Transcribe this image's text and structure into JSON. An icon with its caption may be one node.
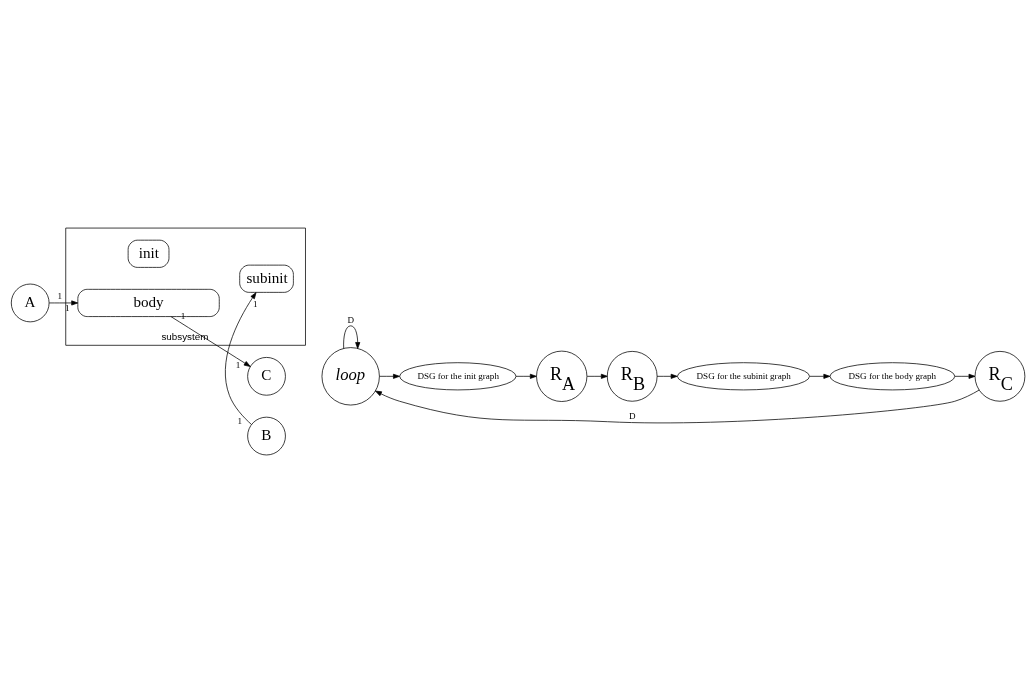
{
  "diagram": {
    "nodes": [
      {
        "text": [
          "B"
        ]
      },
      {
        "text": [
          "subsystem"
        ]
      },
      {
        "text": [
          "init"
        ],
        "in": 1
      },
      {
        "text": [
          "subinit"
        ],
        "in": 1
      },
      {
        "text": [
          "A"
        ]
      },
      {
        "text": [
          "body"
        ],
        "in": 1
      },
      {
        "text": [
          "C"
        ]
      },
      {
        "text": [
          "loop"
        ]
      },
      {
        "text": [
          "DSG for the init graph"
        ]
      },
      {
        "text": [
          "R$_{A}$"
        ]
      },
      {
        "text": [
          "R$_{B}$"
        ]
      },
      {
        "text": [
          "DSG for the subinit graph"
        ]
      },
      {
        "text": [
          "DSG for the body graph"
        ]
      },
      {
        "text": [
          "R$_{C}$"
        ]
      }
    ],
    "edges": [
      {
        "from": 0,
        "to": 3,
        "arrow": "to"
      },
      {
        "from": 4,
        "to": 5,
        "arrow": "to"
      },
      {
        "from": 5,
        "to": 6,
        "arrow": "to"
      },
      {
        "from": 7,
        "to": 7,
        "arrow": "to",
        "label": "D"
      },
      {
        "from": 7,
        "to": 8,
        "arrow": "to"
      },
      {
        "from": 8,
        "to": 9,
        "arrow": "to"
      },
      {
        "from": 9,
        "to": 10,
        "arrow": "to"
      },
      {
        "from": 10,
        "to": 11,
        "arrow": "to"
      },
      {
        "from": 11,
        "to": 12,
        "arrow": "to"
      },
      {
        "from": 12,
        "to": 13,
        "arrow": "to"
      },
      {
        "from": 13,
        "to": 7,
        "arrow": "to",
        "label": "D"
      }
    ],
    "labels": [
      "1",
      "1",
      "1",
      "1",
      "1",
      "1"
    ]
  }
}
